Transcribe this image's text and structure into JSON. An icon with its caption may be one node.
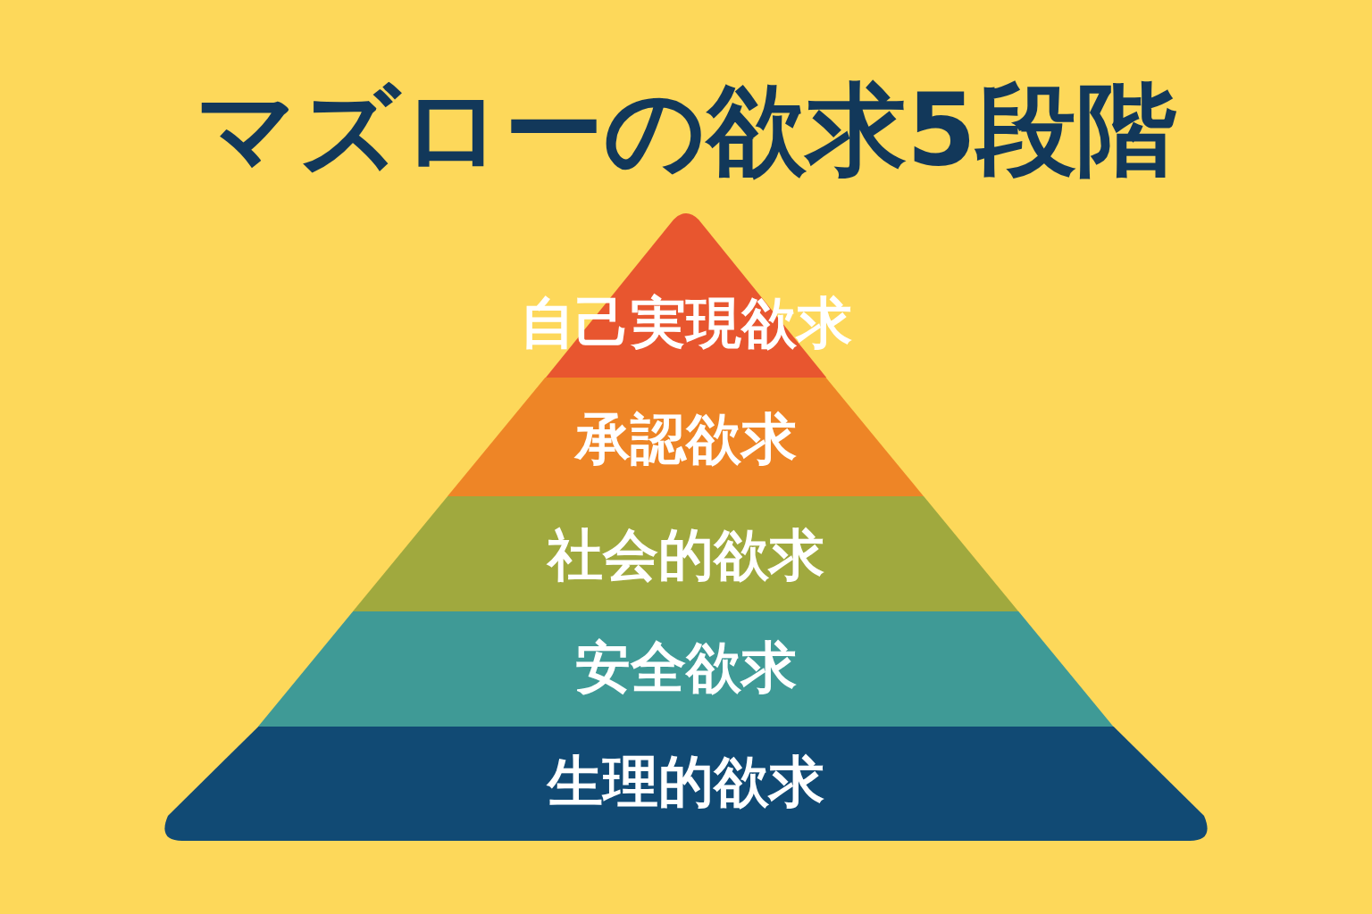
{
  "diagram": {
    "title": "マズローの欲求5段階",
    "nodes": [
      {
        "text": [
          "自己実現欲求"
        ]
      },
      {
        "text": [
          "承認欲求"
        ]
      },
      {
        "text": [
          "社会的欲求"
        ]
      },
      {
        "text": [
          "安全欲求"
        ]
      },
      {
        "text": [
          "生理的欲求"
        ]
      }
    ]
  }
}
